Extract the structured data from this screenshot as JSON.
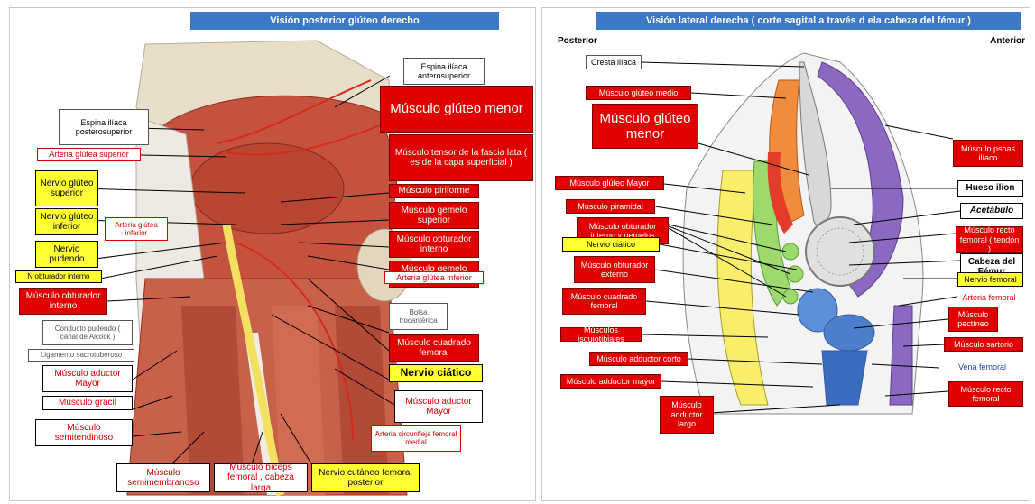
{
  "left": {
    "title": "Visión posterior glúteo derecho",
    "labels": {
      "espina_antero": "Espina ilíaca anterosuperior",
      "gluteo_menor": "Músculo glúteo menor",
      "espina_postero": "Espina ilíaca posterosuperior",
      "tensor": "Músculo tensor de la fascia lata ( es de la capa superficial )",
      "arteria_sup": "Arteria glútea superior",
      "piriforme": "Músculo piriforme",
      "nervio_sup": "Nervio glúteo superior",
      "gemelo_sup": "Músculo gemelo superior",
      "nervio_inf": "Nervio glúteo inferior",
      "arteria_inf_small": "Arteria glútea inferior",
      "obt_int_right": "Músculo obturador interno",
      "pudendo": "Nervio pudendo",
      "gemelo_inf": "Músculo gemelo inferior",
      "n_obt_int": "N obturador interno",
      "arteria_inf_right": "Arteria glútea inferior",
      "obt_int_left": "Músculo obturador interno",
      "bolsa": "Bolsa trocantérica",
      "conducto": "Conducto pudendo ( canal de Alcock )",
      "cuadrado": "Músculo cuadrado femoral",
      "ligamento": "Ligamento sacrotuberoso",
      "aductor_mayor_left": "Músculo aductor Mayor",
      "ciatico": "Nervio ciático",
      "gracil": "Músculo grácil",
      "aductor_mayor_right": "Músculo aductor Mayor",
      "semitendinoso": "Músculo semitendinoso",
      "circunfleja": "Arteria circunfleja femoral medial",
      "semimembranoso": "Músculo semimembranoso",
      "biceps": "Músculo bíceps femoral , cabeza larga",
      "cutaneo": "Nervio cutáneo femoral posterior"
    }
  },
  "right": {
    "title": "Visión lateral derecha ( corte sagital a través d ela cabeza del fémur )",
    "posterior": "Posterior",
    "anterior": "Anterior",
    "labels": {
      "cresta": "Cresta ilíaca",
      "gluteo_medio": "Músculo glúteo medio",
      "gluteo_menor": "Músculo glúteo menor",
      "psoas": "Músculo psoas ilíaco",
      "gluteo_mayor": "Músculo glúteo Mayor",
      "hueso_ilion": "Hueso ilion",
      "piramidal": "Músculo piramidal",
      "acetabulo": "Acetábulo",
      "obt_int_gem": "Músculo obturador interno y gemelos",
      "recto_tendon": "Músculo recto femoral ( tendón )",
      "ciatico": "Nervio ciático",
      "cabeza_femur": "Cabeza del Fémur",
      "obt_ext": "Músculo obturador externo",
      "nervio_femoral": "Nervio femoral",
      "cuadrado": "Músculo cuadrado femoral",
      "arteria_femoral": "Arteria femoral",
      "pectineo": "Músculo pectíneo",
      "isquiotibiales": "Músculos isquiotibiales",
      "sartorio": "Músculo sartorio",
      "add_corto": "Músculo adductor corto",
      "vena_femoral": "Vena femoral",
      "add_mayor": "Músculo adductor mayor",
      "recto_femoral": "Músculo recto femoral",
      "add_largo": "Músculo adductor largo"
    }
  },
  "colors": {
    "banner": "#3d78c6",
    "label_red": "#e00000",
    "label_yellow": "#ffff33",
    "muscle": "#c4523e",
    "bone": "#e8ddc8"
  }
}
